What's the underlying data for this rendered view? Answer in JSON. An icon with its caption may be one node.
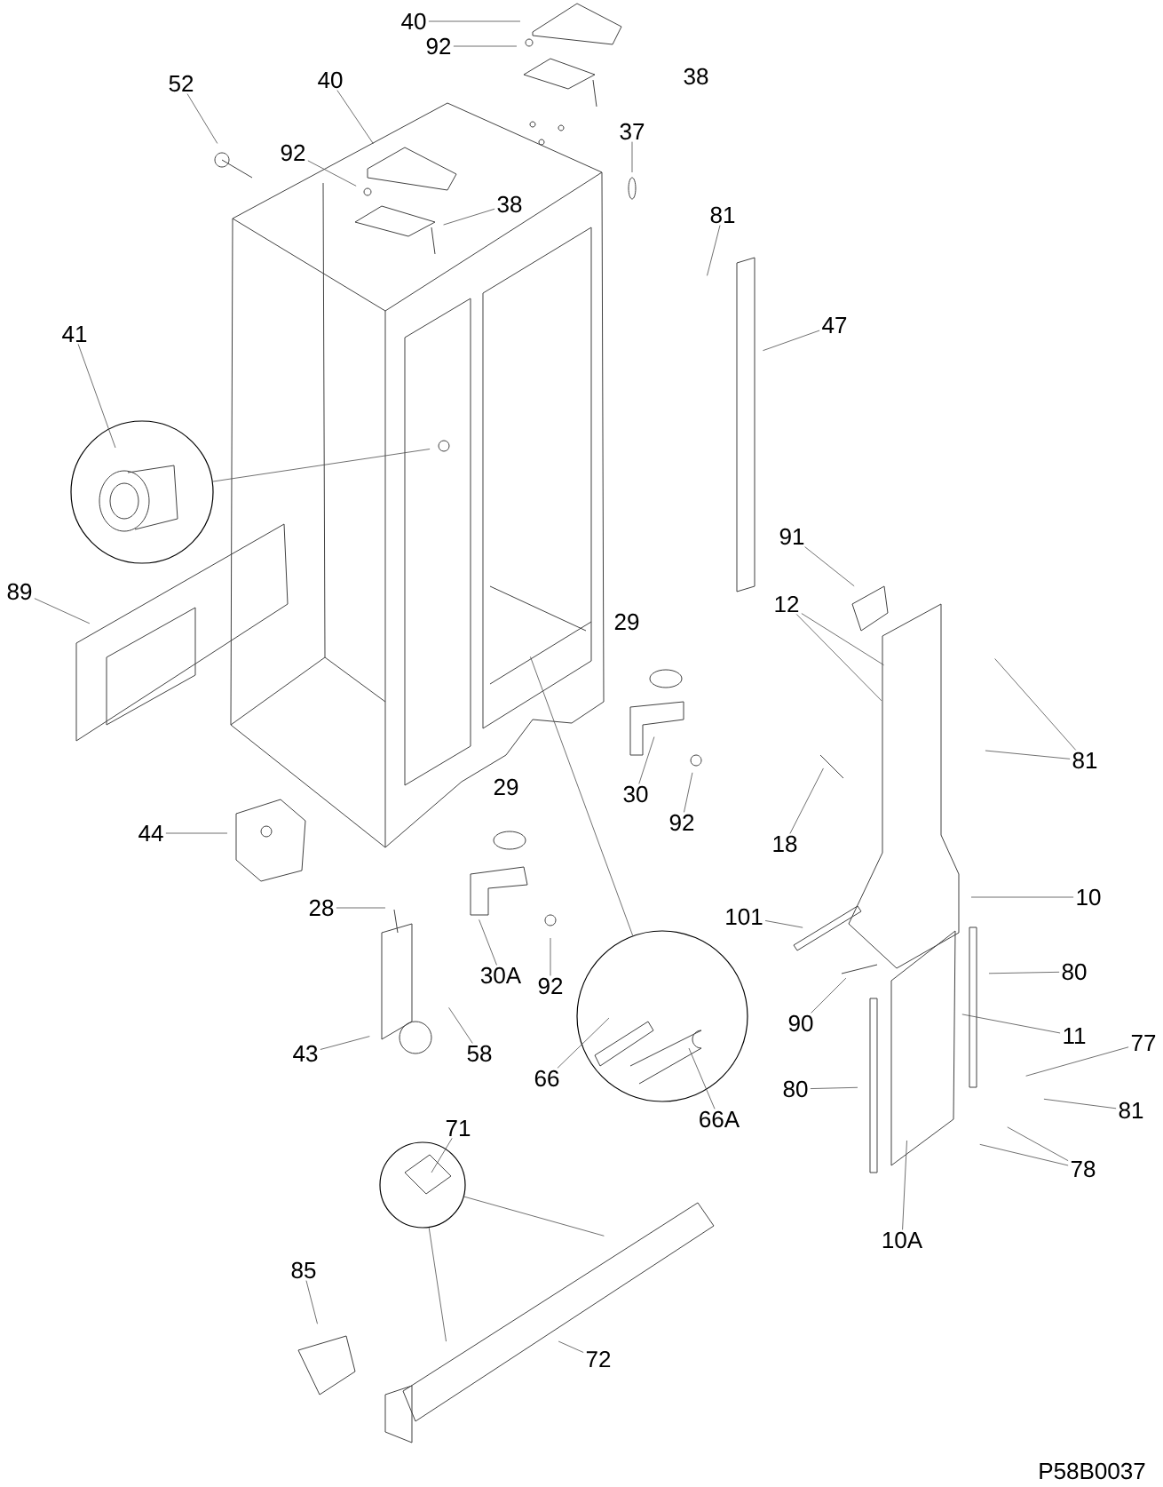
{
  "diagram": {
    "nodes": [
      {
        "text": [
          "40"
        ]
      },
      {
        "text": [
          "92"
        ]
      },
      {
        "text": [
          "52"
        ]
      },
      {
        "text": [
          "40"
        ]
      },
      {
        "text": [
          "37"
        ]
      },
      {
        "text": [
          "92"
        ]
      },
      {
        "text": [
          "38"
        ]
      },
      {
        "text": [
          "81"
        ]
      },
      {
        "text": [
          "47"
        ]
      },
      {
        "text": [
          "41"
        ]
      },
      {
        "text": [],
        "shape": "circle"
      },
      {
        "text": [
          "91"
        ]
      },
      {
        "text": [
          "12"
        ]
      },
      {
        "text": [
          "89"
        ]
      },
      {
        "text": [
          "81"
        ]
      },
      {
        "text": [
          "30"
        ]
      },
      {
        "text": [
          "92"
        ]
      },
      {
        "text": [
          "18"
        ]
      },
      {
        "text": [
          "44"
        ]
      },
      {
        "text": [
          "10"
        ]
      },
      {
        "text": [
          "28"
        ]
      },
      {
        "text": [
          "101"
        ]
      },
      {
        "text": [
          "30A"
        ]
      },
      {
        "text": [
          "92"
        ]
      },
      {
        "text": [
          "90"
        ]
      },
      {
        "text": [
          "80"
        ]
      },
      {
        "text": [
          "11"
        ]
      },
      {
        "text": [
          "77"
        ]
      },
      {
        "text": [
          "81"
        ]
      },
      {
        "text": [
          "78"
        ]
      },
      {
        "text": [
          "80"
        ]
      },
      {
        "text": [
          "43"
        ]
      },
      {
        "text": [
          "58"
        ]
      },
      {
        "text": [],
        "shape": "circle"
      },
      {
        "text": [
          "66"
        ]
      },
      {
        "text": [
          "66A"
        ]
      },
      {
        "text": [
          "10A"
        ]
      },
      {
        "text": [
          "71"
        ]
      },
      {
        "text": [],
        "shape": "circle"
      },
      {
        "text": [
          "85"
        ]
      },
      {
        "text": [
          "72"
        ]
      }
    ],
    "edges": [
      {
        "from": 0,
        "to": null,
        "arrow": "none"
      },
      {
        "from": 1,
        "to": null,
        "arrow": "none"
      },
      {
        "from": 2,
        "to": null,
        "arrow": "none"
      },
      {
        "from": 3,
        "to": null,
        "arrow": "none"
      },
      {
        "from": 4,
        "to": null,
        "arrow": "none"
      },
      {
        "from": 5,
        "to": null,
        "arrow": "none"
      },
      {
        "from": 6,
        "to": null,
        "arrow": "none"
      },
      {
        "from": 7,
        "to": null,
        "arrow": "none"
      },
      {
        "from": 8,
        "to": null,
        "arrow": "none"
      },
      {
        "from": 9,
        "to": 10,
        "arrow": "none"
      },
      {
        "from": 10,
        "to": null,
        "arrow": "none"
      },
      {
        "from": 11,
        "to": null,
        "arrow": "none"
      },
      {
        "from": 12,
        "to": null,
        "arrow": "none"
      },
      {
        "from": 12,
        "to": null,
        "arrow": "none"
      },
      {
        "from": 13,
        "to": null,
        "arrow": "none"
      },
      {
        "from": 14,
        "to": null,
        "arrow": "none"
      },
      {
        "from": 14,
        "to": null,
        "arrow": "none"
      },
      {
        "from": 15,
        "to": null,
        "arrow": "none"
      },
      {
        "from": 16,
        "to": null,
        "arrow": "none"
      },
      {
        "from": 17,
        "to": null,
        "arrow": "none"
      },
      {
        "from": 18,
        "to": null,
        "arrow": "none"
      },
      {
        "from": 19,
        "to": null,
        "arrow": "none"
      },
      {
        "from": 20,
        "to": null,
        "arrow": "none"
      },
      {
        "from": 21,
        "to": null,
        "arrow": "none"
      },
      {
        "from": 22,
        "to": null,
        "arrow": "none"
      },
      {
        "from": 23,
        "to": null,
        "arrow": "none"
      },
      {
        "from": 24,
        "to": null,
        "arrow": "none"
      },
      {
        "from": 25,
        "to": null,
        "arrow": "none"
      },
      {
        "from": 26,
        "to": null,
        "arrow": "none"
      },
      {
        "from": 27,
        "to": null,
        "arrow": "none"
      },
      {
        "from": 28,
        "to": null,
        "arrow": "none"
      },
      {
        "from": 29,
        "to": null,
        "arrow": "none"
      },
      {
        "from": 29,
        "to": null,
        "arrow": "none"
      },
      {
        "from": 30,
        "to": null,
        "arrow": "none"
      },
      {
        "from": 31,
        "to": null,
        "arrow": "none"
      },
      {
        "from": 32,
        "to": null,
        "arrow": "none"
      },
      {
        "from": 33,
        "to": null,
        "arrow": "none"
      },
      {
        "from": 34,
        "to": 33,
        "arrow": "none"
      },
      {
        "from": 35,
        "to": 33,
        "arrow": "none"
      },
      {
        "from": 36,
        "to": null,
        "arrow": "none"
      },
      {
        "from": 37,
        "to": 38,
        "arrow": "none"
      },
      {
        "from": 38,
        "to": null,
        "arrow": "none"
      },
      {
        "from": 38,
        "to": null,
        "arrow": "none"
      },
      {
        "from": 39,
        "to": null,
        "arrow": "none"
      },
      {
        "from": 40,
        "to": null,
        "arrow": "none"
      }
    ],
    "labels": [
      "38",
      "29",
      "29",
      "P58B0037"
    ]
  }
}
